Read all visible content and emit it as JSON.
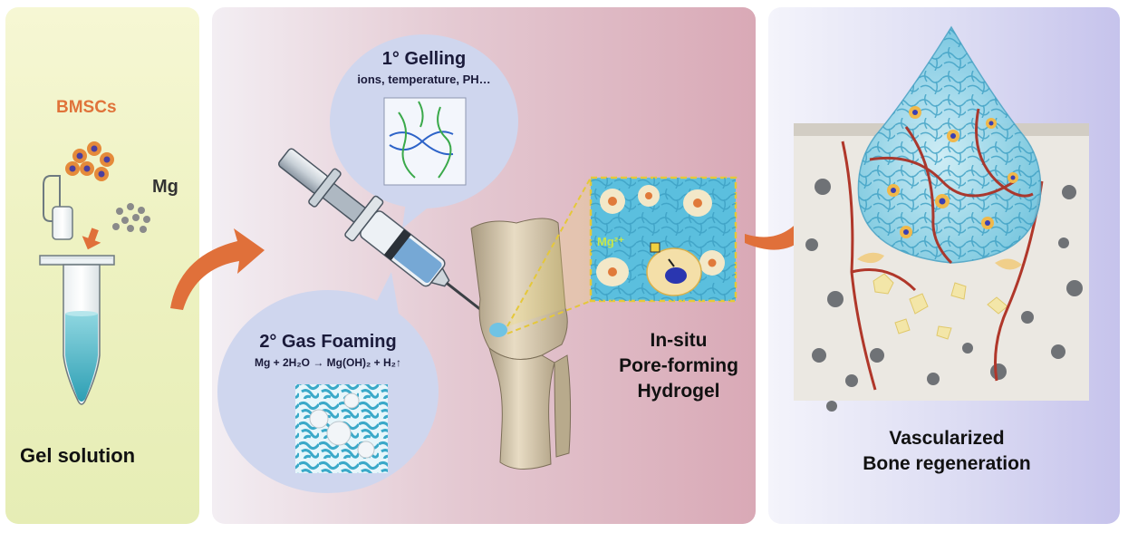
{
  "labels": {
    "gel_solution": "Gel solution",
    "bmscs": "BMSCs",
    "mg": "Mg",
    "gelling_title": "1° Gelling",
    "gelling_subtitle": "ions, temperature, PH…",
    "gas_foaming_title": "2° Gas Foaming",
    "gas_foaming_equation": "Mg + 2H₂O → Mg(OH)₂ + H₂↑",
    "mg_ion": "Mg²⁺",
    "hydrogel_line1": "In-situ",
    "hydrogel_line2": "Pore-forming",
    "hydrogel_line3": "Hydrogel",
    "outcome_line1": "Vascularized",
    "outcome_line2": "Bone regeneration"
  },
  "colors": {
    "panel1": "#eef2c2",
    "panel2": "#d9a9b6",
    "panel3": "#c6c3ec",
    "arrow": "#e0703a",
    "gel": "#4fb7c9",
    "vessel": "#b0372a",
    "bubble": "#cfd6ee"
  },
  "icons": [
    "eppendorf-tube-icon",
    "syringe-icon",
    "knee-joint-icon",
    "droplet-icon",
    "bone-tissue-icon",
    "cell-icon",
    "helix-icon",
    "foam-icon",
    "curved-arrow-icon"
  ]
}
